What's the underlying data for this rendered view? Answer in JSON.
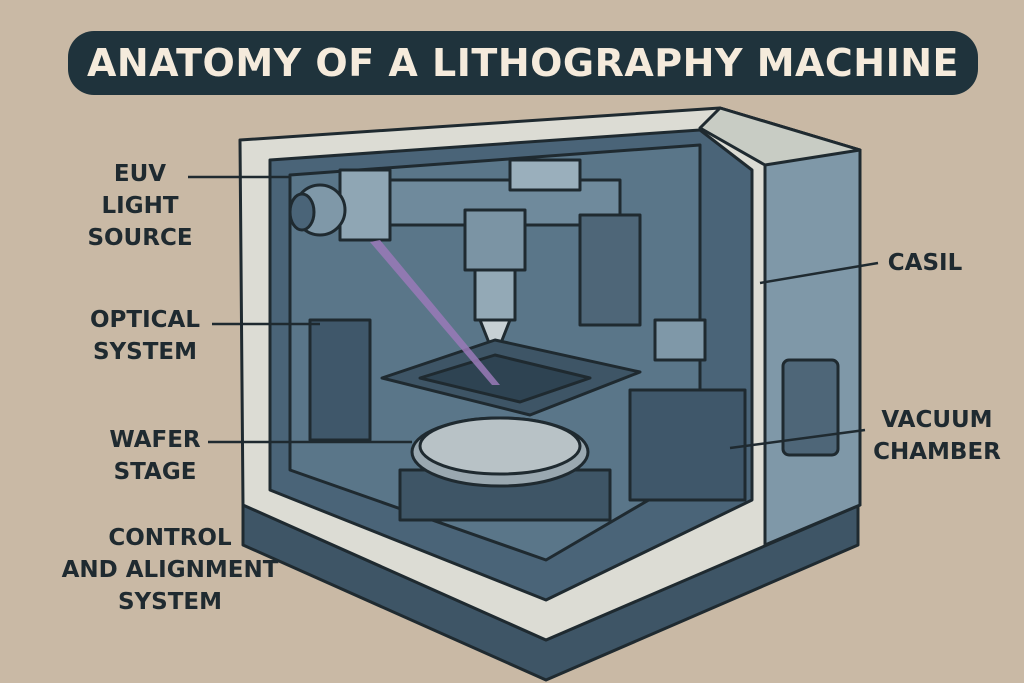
{
  "title": "ANATOMY OF A LITHOGRAPHY MACHINE",
  "labels": {
    "euv": [
      "EUV",
      "LIGHT",
      "SOURCE"
    ],
    "optical": [
      "OPTICAL",
      "SYSTEM"
    ],
    "wafer": [
      "WAFER",
      "STAGE"
    ],
    "control": [
      "CONTROL",
      "AND ALIGNMENT",
      "SYSTEM"
    ],
    "casil": [
      "CASIL"
    ],
    "vacuum": [
      "VACUUM",
      "CHAMBER"
    ]
  },
  "colors": {
    "background": "#c9b9a5",
    "title_bg": "#1f333c",
    "title_text": "#f5ebdc",
    "frame": "#dcdcd4",
    "interior": "#4a6478",
    "beam": "#9a7ab8"
  }
}
